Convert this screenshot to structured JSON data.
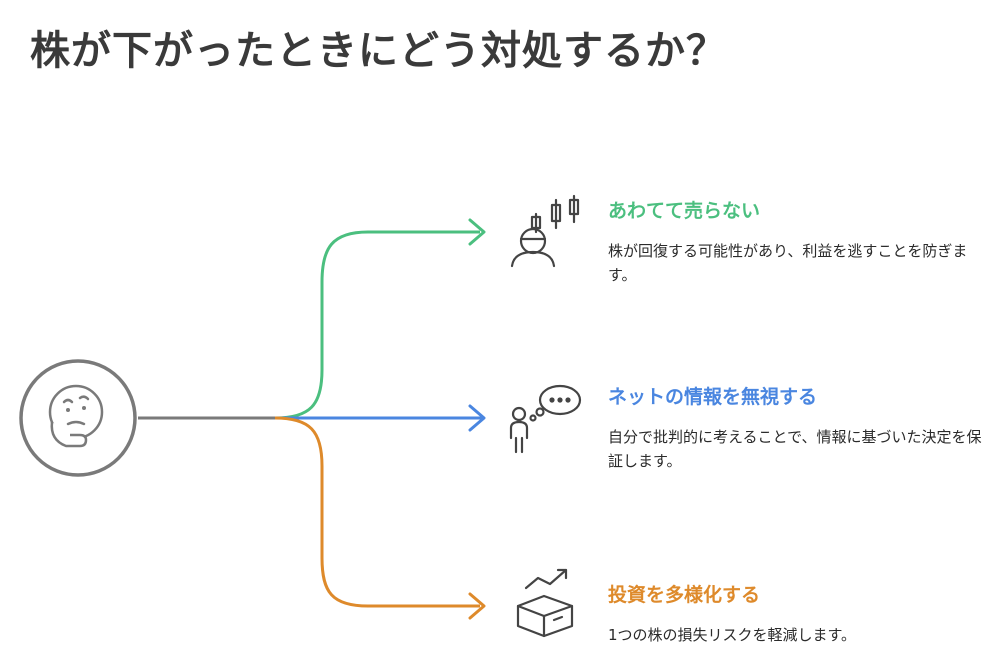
{
  "title": "株が下がったときにどう対処するか？",
  "colors": {
    "green": "#4bbf7f",
    "blue": "#4a86e0",
    "orange": "#de8a2b",
    "gray": "#7a7a7a",
    "title": "#3a3a3a"
  },
  "branches": [
    {
      "title": "あわてて売らない",
      "description": "株が回復する可能性があり、利益を逃すことを防ぎます。",
      "icon": "person-candlestick-chart-icon"
    },
    {
      "title": "ネットの情報を無視する",
      "description": "自分で批判的に考えることで、情報に基づいた決定を保証します。",
      "icon": "person-thinking-speech-bubble-icon"
    },
    {
      "title": "投資を多様化する",
      "description": "1つの株の損失リスクを軽減します。",
      "icon": "box-rising-arrow-icon"
    }
  ],
  "center_icon": "thinking-face-icon"
}
